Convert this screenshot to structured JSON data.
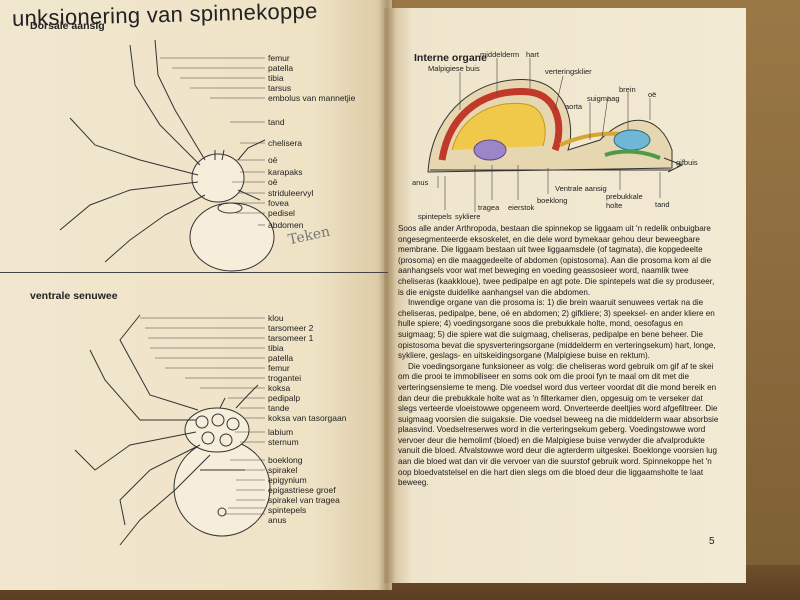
{
  "left_page": {
    "title": "unksionering van spinnekoppe",
    "dorsal_heading": "Dorsale aansig",
    "dorsal_labels": [
      "femur",
      "patella",
      "tibia",
      "tarsus",
      "embolus van mannetjie",
      "tand",
      "chelisera",
      "oë",
      "karapaks",
      "oë",
      "striduleervyl",
      "fovea",
      "pedisel",
      "abdomen"
    ],
    "handwriting": "Teken",
    "ventral_heading": "ventrale senuwee",
    "ventral_labels": [
      "klou",
      "tarsomeer 2",
      "tarsomeer 1",
      "tibia",
      "patella",
      "femur",
      "trogantei",
      "koksa",
      "pedipalp",
      "tande",
      "koksa van tasorgaan",
      "labium",
      "sternum",
      "boeklong",
      "spirakel",
      "epigynium",
      "epigastriese groef",
      "spirakel van tragea",
      "spintepels",
      "anus"
    ]
  },
  "right_page": {
    "diagram_heading": "Interne organe",
    "top_labels": [
      "Malpigiese buis",
      "middelderm",
      "hart",
      "verteringsklier",
      "suigmaag",
      "aorta",
      "brein",
      "oë"
    ],
    "bottom_labels": [
      "anus",
      "spintepels",
      "sykliere",
      "tragea",
      "eierstok",
      "boeklong",
      "Ventrale aansig",
      "prebukkale holte",
      "tand",
      "gifbuis"
    ],
    "paragraphs": [
      "Soos alle ander Arthropoda, bestaan die spinnekop se liggaam uit 'n redelik onbuigbare ongesegmenteerde eksoskelet, en die dele word bymekaar gehou deur beweegbare membrane. Die liggaam bestaan uit twee liggaamsdele (of tagmata), die kopgedeelte (prosoma) en die maaggedeelte of abdomen (opistosoma). Aan die prosoma kom al die aanhangsels voor wat met beweging en voeding geassosieer word, naamlik twee cheliseras (kaakkloue), twee pedipalpe en agt pote. Die spintepels wat die sy produseer, is die enigste duidelike aanhangsel van die abdomen.",
      "Inwendige organe van die prosoma is: 1) die brein waaruit senuwees vertak na die cheliseras, pedipalpe, bene, oë en abdomen; 2) gifkliere; 3) speeksel- en ander kliere en hulle spiere; 4) voedingsorgane soos die prebukkale holte, mond, oesofagus en suigmaag; 5) die spiere wat die suigmaag, cheliseras, pedipalpe en bene beheer. Die opistosoma bevat die spysverteringsorgane (middelderm en verteringsekum) hart, longe, sykliere, geslags- en uitskeidingsorgane (Malpigiese buise en rektum).",
      "Die voedingsorgane funksioneer as volg: die cheliseras word gebruik om gif af te skei om die prooi te immobiliseer en soms ook om die prooi fyn te maal om dit met die verteringsensieme te meng. Die voedsel word dus verteer voordat dit die mond bereik en dan deur die prebukkale holte wat as 'n filterkamer dien, opgesuig om te verseker dat slegs verteerde vloeistowwe opgeneem word. Onverteerde deeltjies word afgefiltreer. Die suigmaag voorsien die suigaksie. Die voedsel beweeg na die middelderm waar absorbsie plaasvind. Voedselreserwes word in die verteringsekum geberg. Voedingstowwe word vervoer deur die hemolimf (bloed) en die Malpigiese buise verwyder die afvalprodukte vanuit die bloed. Afvalstowwe word deur die agterderm uitgeskei. Boeklonge voorsien lug aan die bloed wat dan vir die vervoer van die suurstof gebruik word. Spinnekoppe het 'n oop bloedvatstelsel en die hart dien slegs om die bloed deur die liggaamsholte te laat beweeg."
    ],
    "page_number": "5"
  }
}
